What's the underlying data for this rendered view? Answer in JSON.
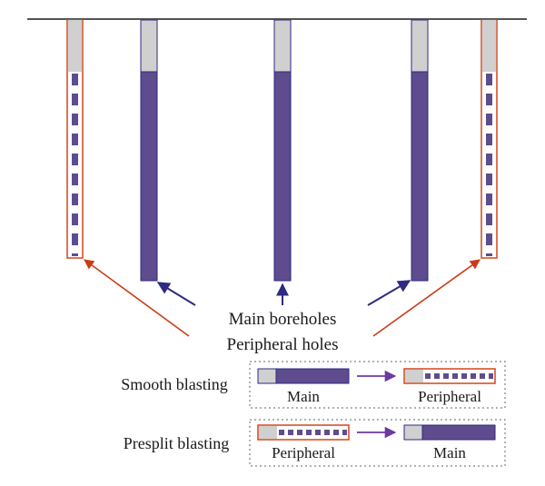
{
  "labels": {
    "main_boreholes": "Main boreholes",
    "peripheral_holes": "Peripheral holes",
    "smooth_blasting": "Smooth blasting",
    "presplit_blasting": "Presplit blasting",
    "smooth_first": "Main",
    "smooth_second": "Peripheral",
    "presplit_first": "Peripheral",
    "presplit_second": "Main"
  },
  "colors": {
    "charge": "#5e4c8e",
    "charge_edge": "#2e2a80",
    "stemming": "#d0d0d0",
    "peripheral_outline": "#d2461c",
    "main_arrow": "#2e2a80",
    "peripheral_arrow": "#cc3b14",
    "sequence_arrow": "#6a3aa0",
    "ground": "#555555",
    "legend_border": "#666666"
  }
}
